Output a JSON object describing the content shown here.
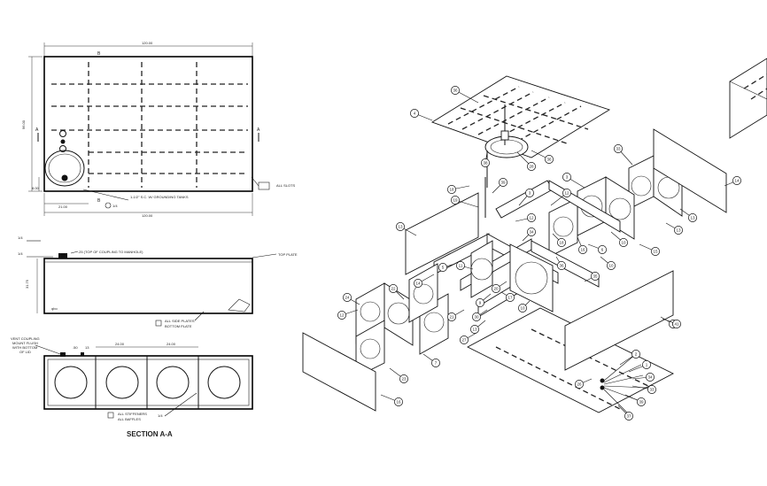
{
  "plan_view": {
    "section_letter_a": "A",
    "section_letter_b": "B",
    "dim_overall_length": "120.00",
    "dim_overall_width": "96.00",
    "dim_short": "8.00",
    "dim_offset": "21.00",
    "weld_note": "ALL SLOTS",
    "weld_size": "1/4",
    "grounding_note": "1-1/2\" S.C. W/ GROUNDING TANKS",
    "callout_c": "C",
    "callout_small": "1/4"
  },
  "elevation_view": {
    "top_note": ".25 (TOP OF COUPLING TO MANHOLE)",
    "top_plate_note": "TOP PLATE",
    "side_dim": "31.75",
    "bottom_note_1": "ALL SIDE PLATES",
    "bottom_note_2": "BOTTOM PLATE",
    "weld_size": "1/4",
    "weld_size_b": "1/4"
  },
  "section_view": {
    "vent_note_1": "VENT COUPLING",
    "vent_note_2": "MOUNT FLUSH",
    "vent_note_3": "WITH BOTTOM",
    "vent_note_4": "OF LID",
    "dim_1": "24.00",
    "dim_2": "24.00",
    "dim_small": ".50",
    "dim_small_2": "13",
    "stiffener_note_1": "ALL STIFFENERS",
    "stiffener_note_2": "ALL BAFFLES",
    "weld_size": "1/4",
    "title": "SECTION A-A"
  },
  "exploded_view": {
    "balloons": [
      "36",
      "4",
      "28",
      "36",
      "38",
      "3",
      "18",
      "39",
      "19",
      "3",
      "12",
      "12",
      "33",
      "13",
      "14",
      "13",
      "15",
      "10",
      "18",
      "16",
      "34",
      "36",
      "10",
      "14",
      "5",
      "11",
      "13",
      "12",
      "24",
      "22",
      "17",
      "21",
      "13",
      "30",
      "27",
      "23",
      "16",
      "7",
      "6",
      "8",
      "26",
      "10",
      "9",
      "20",
      "2",
      "1",
      "34",
      "33",
      "39",
      "37",
      "35",
      "41"
    ]
  }
}
